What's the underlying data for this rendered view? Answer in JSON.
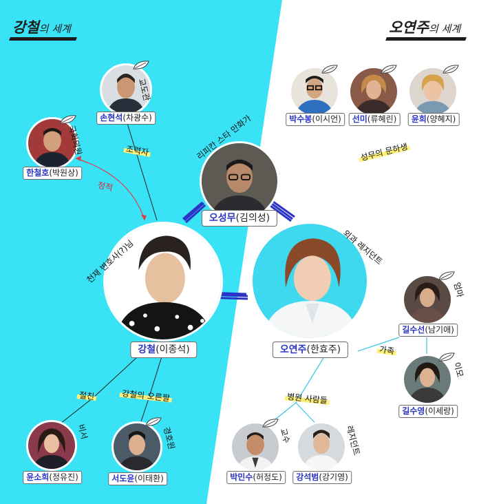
{
  "worlds": {
    "left": {
      "name": "강철",
      "suffix": "의 세계"
    },
    "right": {
      "name": "오연주",
      "suffix": "의 세계"
    }
  },
  "characters": {
    "son": {
      "name": "손현석",
      "actor": "(차광수)",
      "note": "교도관"
    },
    "han": {
      "name": "한철호",
      "actor": "(박원상)",
      "note": "국회의원"
    },
    "kang": {
      "name": "강철",
      "actor": "(이종석)",
      "note": "천재 변호사(?)님"
    },
    "oh_sm": {
      "name": "오성무",
      "actor": "(김의성)",
      "note": "리피칸 스타 만화가"
    },
    "oh_yj": {
      "name": "오연주",
      "actor": "(한효주)",
      "note": "외과 레지던트"
    },
    "park_sb": {
      "name": "박수봉",
      "actor": "(이시언)"
    },
    "sunmi": {
      "name": "선미",
      "actor": "(류혜린)"
    },
    "yunhee": {
      "name": "윤희",
      "actor": "(양혜지)"
    },
    "gil_ss": {
      "name": "길수선",
      "actor": "(남기애)",
      "note": "엄마"
    },
    "gil_sy": {
      "name": "길수영",
      "actor": "(이세랑)",
      "note": "이모"
    },
    "yoon": {
      "name": "윤소희",
      "actor": "(정유진)",
      "note": "비서"
    },
    "seo": {
      "name": "서도윤",
      "actor": "(이태환)",
      "note": "경호원"
    },
    "park_ms": {
      "name": "박민수",
      "actor": "(허정도)",
      "note": "교수"
    },
    "kang_sb": {
      "name": "강석범",
      "actor": "(강기영)",
      "note": "레지던트"
    }
  },
  "relations": {
    "helper": "조력자",
    "enemy": "정적",
    "assistants": "성무의 문하생",
    "family": "가족",
    "best_friend": "절친",
    "right_hand": "강철의 오른팔",
    "hospital": "병원 사람들"
  },
  "colors": {
    "left_bg": "#39e3f5",
    "right_bg": "#ffffff",
    "name_blue": "#2a35c8",
    "scribble": "#2c34c8",
    "enemy_line": "#e23a4b",
    "highlight": "#fff27a"
  }
}
